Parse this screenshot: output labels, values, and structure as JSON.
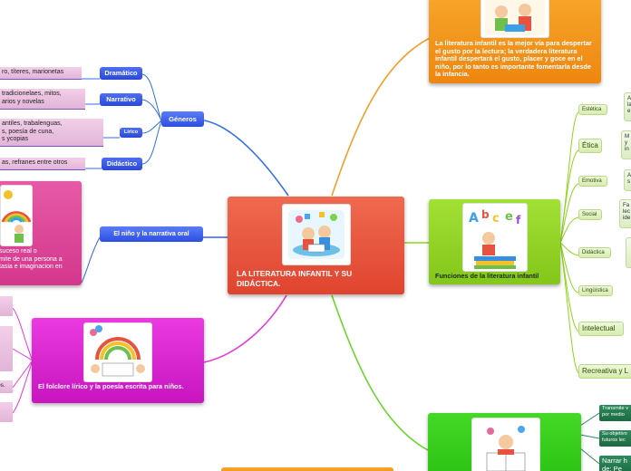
{
  "center": {
    "title": "LA LITERATURA INFANTIL Y SU DIDÁCTICA."
  },
  "top_node": {
    "text": "La literatura infantil es la mejor vía para despertar el gusto por la lectura; la verdadera literatura infantil despertará el gusto, placer y goce en el niño, por lo tanto es importante fomentarla desde la infancia."
  },
  "generos": {
    "label": "Géneros",
    "items": [
      {
        "label": "Dramático",
        "detail": "ro, títeres, marionetas"
      },
      {
        "label": "Narrativo",
        "detail": "tradicionelaes, mitos,\narios y novelas"
      },
      {
        "label": "Lírico",
        "detail": "antiles, trabalenguas,\ns, poesía de cuna,\ns ycopias"
      },
      {
        "label": "Didáctico",
        "detail": "as, refranes entre otros"
      }
    ]
  },
  "nino_narrativa": {
    "label": "El niño y la narrativa oral",
    "detail": "suceso real o\nmite de una persona a\ntasia e imaginacion en"
  },
  "folclore": {
    "caption": "El folclore lírico y la poesía escrita para niños.",
    "left_fragment": "os."
  },
  "funciones": {
    "caption": "Funciones de la literatura infantil",
    "items": [
      {
        "label": "Estética",
        "detail": "A\nla\ne"
      },
      {
        "label": "Ética",
        "detail": "M\ny\nin"
      },
      {
        "label": "Emotiva",
        "detail": "A\ns"
      },
      {
        "label": "Social",
        "detail": "Fa\nlec\nide"
      },
      {
        "label": "Didáctica",
        "detail": ""
      },
      {
        "label": "Lingüística",
        "detail": ""
      },
      {
        "label": "Intelectual",
        "detail": ""
      },
      {
        "label": "Recreativa y L",
        "detail": ""
      }
    ]
  },
  "bottom_green": {
    "items": [
      "Transmite v\npor medio",
      "Su objetivo\nfuturos lec",
      "Narrar h\nde: Pe"
    ]
  },
  "colors": {
    "center": "#e8533f",
    "orange": "#f39414",
    "lime": "#8ed51c",
    "green": "#35d01a",
    "magenta": "#e21ad6",
    "pink": "#e0469c",
    "blue": "#3a5df0",
    "line_blue": "#2f6ee6",
    "line_orange": "#f3a02a",
    "line_green": "#6ad62c",
    "line_magenta": "#e43ad8"
  }
}
